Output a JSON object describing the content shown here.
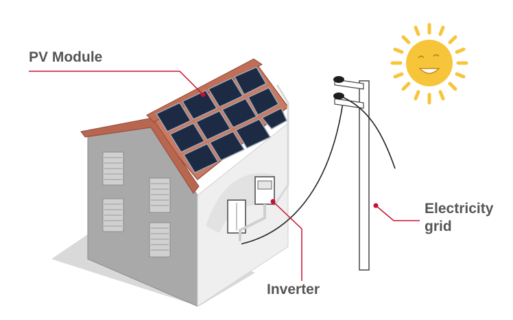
{
  "labels": {
    "pv_module": "PV Module",
    "inverter": "Inverter",
    "electricity_grid_line1": "Electricity",
    "electricity_grid_line2": "grid"
  },
  "colors": {
    "accent": "#c8102e",
    "label_text": "#555555",
    "roof": "#c97a62",
    "panel": "#1c2a44",
    "wall_front": "#a8a8a8",
    "wall_side": "#eeeeee",
    "sun": "#f7c53a"
  },
  "icons": {
    "sun": "smiling-sun-icon",
    "house": "house-icon",
    "pole": "utility-pole-icon"
  }
}
